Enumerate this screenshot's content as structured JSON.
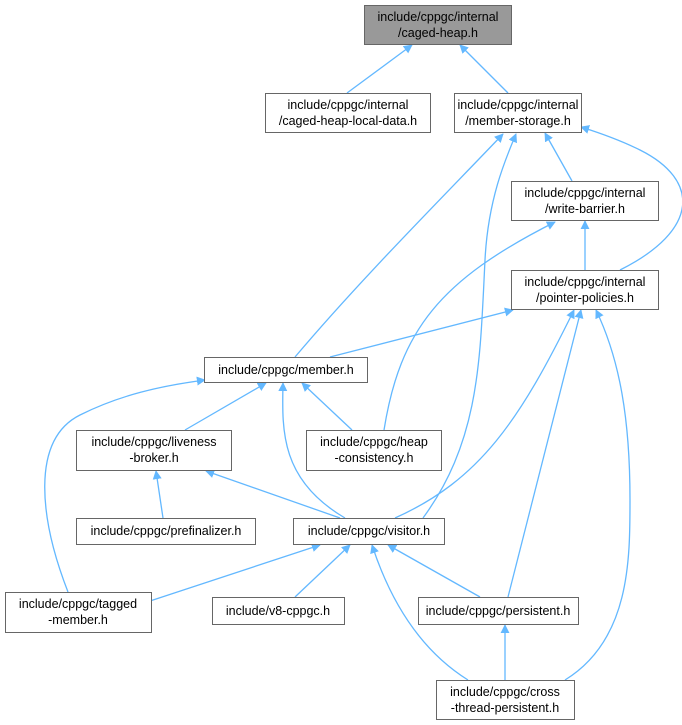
{
  "graph": {
    "edge_color": "#63b8ff",
    "root_fill": "#999999",
    "nodes": {
      "caged_heap": [
        "include/cppgc/internal",
        "/caged-heap.h"
      ],
      "caged_heap_local_data": [
        "include/cppgc/internal",
        "/caged-heap-local-data.h"
      ],
      "member_storage": [
        "include/cppgc/internal",
        "/member-storage.h"
      ],
      "write_barrier": [
        "include/cppgc/internal",
        "/write-barrier.h"
      ],
      "pointer_policies": [
        "include/cppgc/internal",
        "/pointer-policies.h"
      ],
      "member": [
        "include/cppgc/member.h"
      ],
      "liveness_broker": [
        "include/cppgc/liveness",
        "-broker.h"
      ],
      "heap_consistency": [
        "include/cppgc/heap",
        "-consistency.h"
      ],
      "prefinalizer": [
        "include/cppgc/prefinalizer.h"
      ],
      "visitor": [
        "include/cppgc/visitor.h"
      ],
      "tagged_member": [
        "include/cppgc/tagged",
        "-member.h"
      ],
      "v8_cppgc": [
        "include/v8-cppgc.h"
      ],
      "persistent": [
        "include/cppgc/persistent.h"
      ],
      "cross_thread_persistent": [
        "include/cppgc/cross",
        "-thread-persistent.h"
      ]
    }
  }
}
